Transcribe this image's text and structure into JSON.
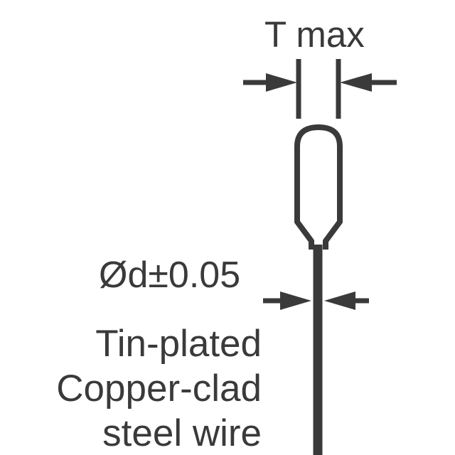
{
  "figure": {
    "type": "technical-dimension-diagram",
    "labels": {
      "t_max": "T max",
      "wire_diameter": "Ød±0.05",
      "wire_material": [
        "Tin-plated",
        "Copper-clad",
        "steel wire"
      ]
    },
    "colors": {
      "line": "#3a3a3a",
      "text": "#3a3a3a",
      "background": "#ffffff"
    }
  }
}
